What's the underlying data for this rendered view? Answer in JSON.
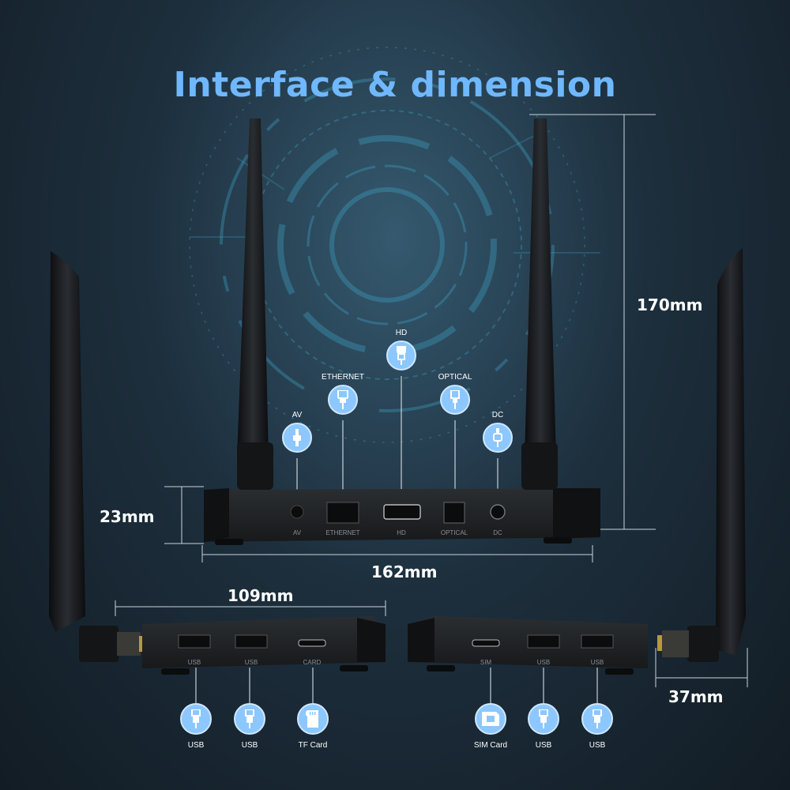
{
  "title": "Interface & dimension",
  "dimensions": {
    "height": "170mm",
    "box_height": "23mm",
    "width": "162mm",
    "side_width": "109mm",
    "depth": "37mm"
  },
  "rear_ports": [
    {
      "callout": "AV",
      "label": "AV",
      "icon": "av-plug-icon"
    },
    {
      "callout": "ETHERNET",
      "label": "ETHERNET",
      "icon": "ethernet-plug-icon"
    },
    {
      "callout": "HD",
      "label": "HD",
      "icon": "hdmi-plug-icon"
    },
    {
      "callout": "OPTICAL",
      "label": "OPTICAL",
      "icon": "optical-plug-icon"
    },
    {
      "callout": "DC",
      "label": "DC",
      "icon": "dc-plug-icon"
    }
  ],
  "left_side_ports": [
    {
      "callout": "USB",
      "label": "USB",
      "icon": "usb-plug-icon"
    },
    {
      "callout": "USB",
      "label": "USB",
      "icon": "usb-plug-icon"
    },
    {
      "callout": "TF Card",
      "label": "CARD",
      "icon": "tf-card-icon"
    }
  ],
  "right_side_ports": [
    {
      "callout": "SIM Card",
      "label": "SIM",
      "icon": "sim-card-icon"
    },
    {
      "callout": "USB",
      "label": "USB",
      "icon": "usb-plug-icon"
    },
    {
      "callout": "USB",
      "label": "USB",
      "icon": "usb-plug-icon"
    }
  ],
  "colors": {
    "accent": "#6fb8ff",
    "bubble": "#8cc7ff",
    "device": "#1e2124",
    "background": "#1d2f3d"
  }
}
